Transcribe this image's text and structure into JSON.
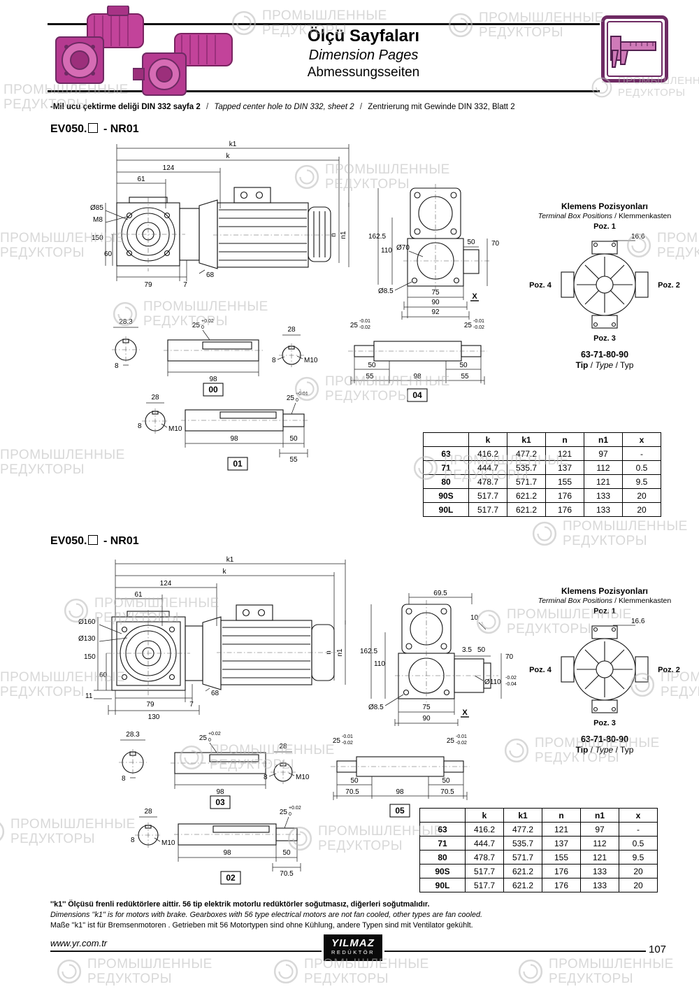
{
  "watermark": {
    "line1": "ПРОМЫШЛЕННЫЕ",
    "line2": "РЕДУКТОРЫ"
  },
  "header": {
    "title_tr": "Ölçü Sayfaları",
    "title_en": "Dimension Pages",
    "title_de": "Abmessungsseiten"
  },
  "din_note": {
    "tr": "-Mil ucu çektirme deliği DIN 332 sayfa 2",
    "en": "Tapped center hole to DIN 332, sheet 2",
    "de": "Zentrierung mit Gewinde DIN 332, Blatt 2",
    "sep": "/"
  },
  "terminal_box": {
    "title_tr": "Klemens Pozisyonları",
    "title_en": "Terminal Box Positions",
    "title_de": "Klemmenkasten",
    "title_sep": "/",
    "poz1": "Poz. 1",
    "poz2": "Poz. 2",
    "poz3": "Poz. 3",
    "poz4": "Poz. 4",
    "dim166": "16.6",
    "models": "63-71-80-90",
    "tip_tr": "Tip",
    "tip_en": "Type",
    "tip_de": "Typ"
  },
  "section1": {
    "model_prefix": "EV050.",
    "model_suffix": "- NR01",
    "side": {
      "k1": "k1",
      "k": "k",
      "d124": "124",
      "d61": "61",
      "dia": "Ø85",
      "thread": "M8",
      "d150": "150",
      "d60": "60",
      "d79": "79",
      "d7": "7",
      "d68": "68",
      "n1": "n1",
      "n": "n"
    },
    "front": {
      "d1625": "162.5",
      "d110": "110",
      "dia70": "Ø70",
      "d50": "50",
      "d70": "70",
      "dia85": "Ø8.5",
      "d75": "75",
      "d90": "90",
      "d92": "92",
      "x": "X"
    },
    "shaft00": {
      "d283": "28.3",
      "d8": "8",
      "d25": "25",
      "tol_hi": "+0.02",
      "tol_lo": "0",
      "d98": "98",
      "label": "00"
    },
    "end0": {
      "d28": "28",
      "d8": "8",
      "m10": "M10"
    },
    "shaft01": {
      "d28": "28",
      "d8": "8",
      "m10": "M10",
      "d25": "25",
      "tol_hi": "+0.01",
      "tol_lo": "0",
      "d98": "98",
      "d50": "50",
      "d55": "55",
      "label": "01"
    },
    "shaft04": {
      "d25": "25",
      "tol_hi": "-0.01",
      "tol_lo": "-0.02",
      "d50": "50",
      "d55": "55",
      "d98": "98",
      "label": "04"
    }
  },
  "section2": {
    "model_prefix": "EV050.",
    "model_suffix": "- NR01",
    "side": {
      "k1": "k1",
      "k": "k",
      "d124": "124",
      "d61": "61",
      "dia160": "Ø160",
      "dia130": "Ø130",
      "d150": "150",
      "d11": "11",
      "d60": "60",
      "d79": "79",
      "d130": "130",
      "d7": "7",
      "d68": "68",
      "n1": "n1",
      "n": "n"
    },
    "front": {
      "d695": "69.5",
      "d10": "10",
      "d1625": "162.5",
      "d110": "110",
      "d35": "3.5",
      "d50": "50",
      "d70": "70",
      "dia110": "Ø110",
      "tol_hi": "-0.02",
      "tol_lo": "-0.04",
      "dia85": "Ø8.5",
      "d75": "75",
      "d90": "90",
      "x": "X"
    },
    "shaft03": {
      "d283": "28.3",
      "d8": "8",
      "d25": "25",
      "tol_hi": "+0.02",
      "tol_lo": "0",
      "d98": "98",
      "label": "03"
    },
    "end2": {
      "d28": "28",
      "d8": "8",
      "m10": "M10"
    },
    "shaft02": {
      "d28": "28",
      "d8": "8",
      "m10": "M10",
      "d25": "25",
      "tol_hi": "+0.02",
      "tol_lo": "0",
      "d98": "98",
      "d50": "50",
      "d705": "70.5",
      "label": "02"
    },
    "shaft05": {
      "d25": "25",
      "tol_hi": "-0.01",
      "tol_lo": "-0.02",
      "d50": "50",
      "d705": "70.5",
      "d98": "98",
      "label": "05"
    }
  },
  "dim_table": {
    "headers": [
      "",
      "k",
      "k1",
      "n",
      "n1",
      "x"
    ],
    "rows": [
      [
        "63",
        "416.2",
        "477.2",
        "121",
        "97",
        "-"
      ],
      [
        "71",
        "444.7",
        "535.7",
        "137",
        "112",
        "0.5"
      ],
      [
        "80",
        "478.7",
        "571.7",
        "155",
        "121",
        "9.5"
      ],
      [
        "90S",
        "517.7",
        "621.2",
        "176",
        "133",
        "20"
      ],
      [
        "90L",
        "517.7",
        "621.2",
        "176",
        "133",
        "20"
      ]
    ]
  },
  "footer": {
    "note_tr": "''k1'' Ölçüsü frenli redüktörlere aittir. 56 tip elektrik motorlu redüktörler soğutmasız, diğerleri soğutmalıdır.",
    "note_en": "Dimensions ''k1'' is for motors with brake. Gearboxes with 56 type electrical motors are not fan cooled, other types are fan cooled.",
    "note_de": "Maße ''k1'' ist für Bremsenmotoren . Getrieben mit 56 Motortypen sind ohne Kühlung, andere Typen sind mit Ventilator gekühlt.",
    "website": "www.yr.com.tr",
    "logo_top": "YILMAZ",
    "logo_bottom": "REDÜKTÖR",
    "page": "107"
  }
}
